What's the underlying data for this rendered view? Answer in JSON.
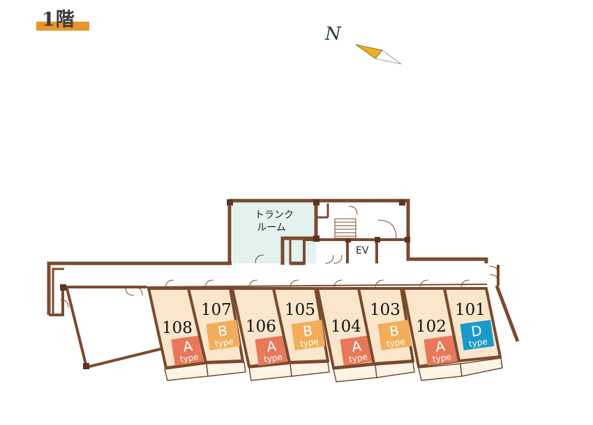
{
  "floor_label": "1階",
  "compass_label": "N",
  "trunk_room_label": [
    "トランク",
    "ルーム"
  ],
  "elevator_label": "EV",
  "type_word": "type",
  "colors": {
    "wall": "#7a4a2e",
    "room_fill": "#fbe6cc",
    "trunk_fill": "#e3f1ef",
    "type_A": "#e8785a",
    "type_B": "#f2ad5a",
    "type_D": "#1b9ac9",
    "floor_badge": "#e6982c",
    "compass_arrow": "#e9b424"
  },
  "units": [
    {
      "number": "108",
      "type": "A"
    },
    {
      "number": "107",
      "type": "B"
    },
    {
      "number": "106",
      "type": "A"
    },
    {
      "number": "105",
      "type": "B"
    },
    {
      "number": "104",
      "type": "A"
    },
    {
      "number": "103",
      "type": "B"
    },
    {
      "number": "102",
      "type": "A"
    },
    {
      "number": "101",
      "type": "D"
    }
  ]
}
